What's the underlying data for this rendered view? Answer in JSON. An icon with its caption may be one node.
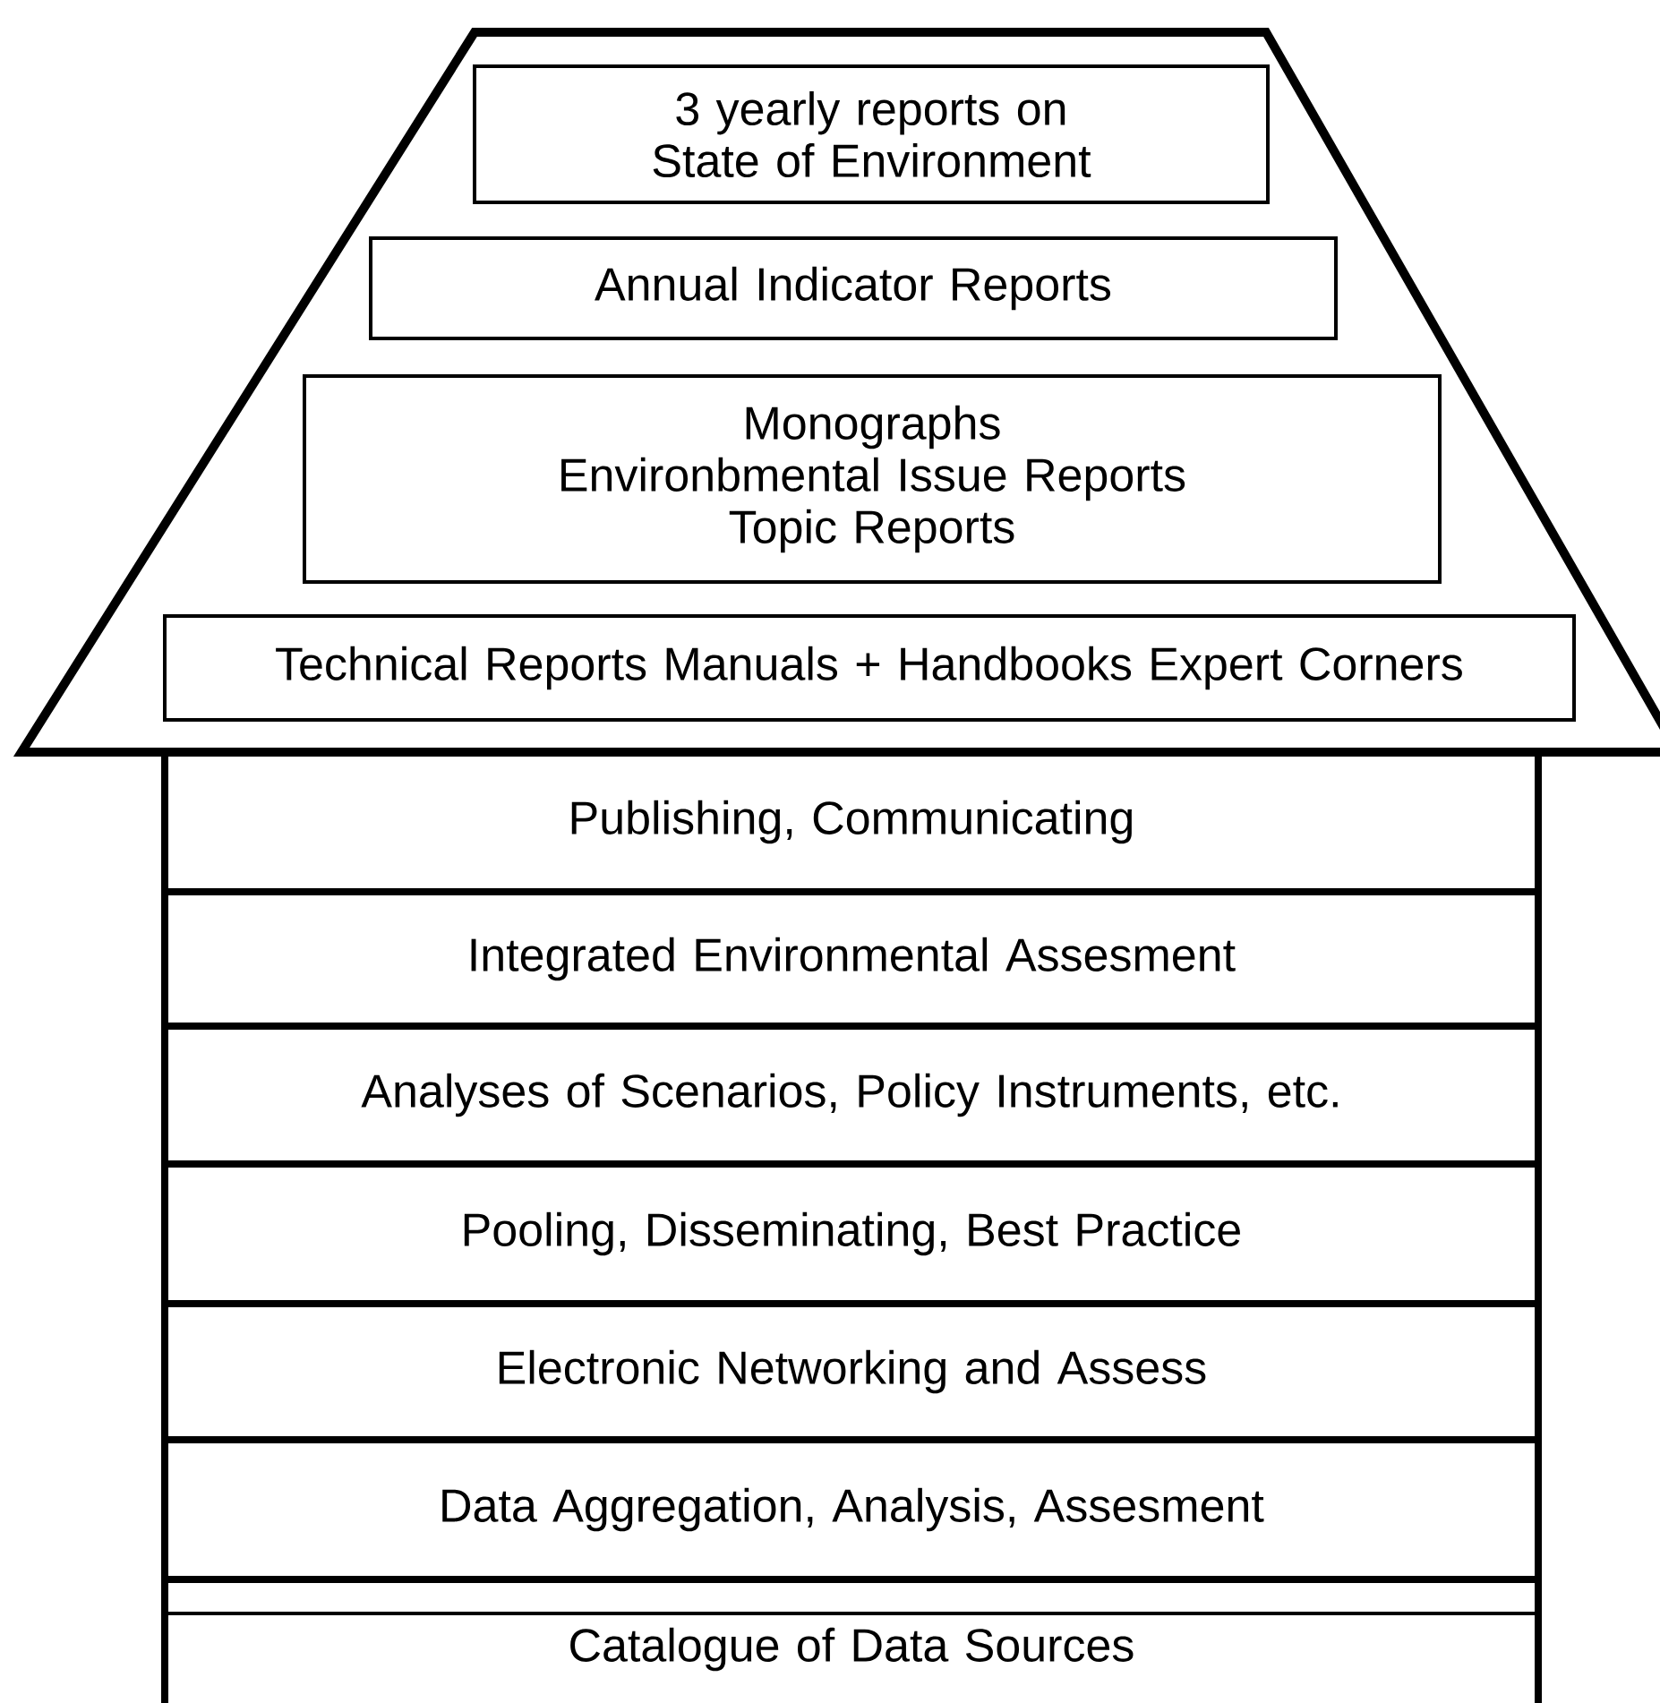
{
  "diagram": {
    "nodes": [
      {
        "text": [],
        "shape": "trapezoid"
      },
      {
        "text": [
          "3 yearly reports on State of Environment"
        ],
        "in": 0
      },
      {
        "text": [
          "Annual Indicator Reports"
        ],
        "in": 0
      },
      {
        "text": [
          "Monographs",
          "Environbmental Issue Reports",
          "Topic Reports"
        ],
        "in": 0
      },
      {
        "text": [
          "Technical Reports  Manuals + Handbooks  Expert Corners"
        ],
        "in": 0
      },
      {
        "text": [
          "Publishing, Communicating"
        ]
      },
      {
        "text": [
          "Integrated Environmental Assesment"
        ]
      },
      {
        "text": [
          "Analyses of Scenarios, Policy Instruments, etc."
        ]
      },
      {
        "text": [
          "Pooling, Disseminating, Best Practice"
        ]
      },
      {
        "text": [
          "Electronic Networking and Assess"
        ]
      },
      {
        "text": [
          "Data Aggregation, Analysis, Assesment"
        ]
      },
      {
        "text": [
          "Catalogue of Data Sources"
        ]
      }
    ]
  }
}
